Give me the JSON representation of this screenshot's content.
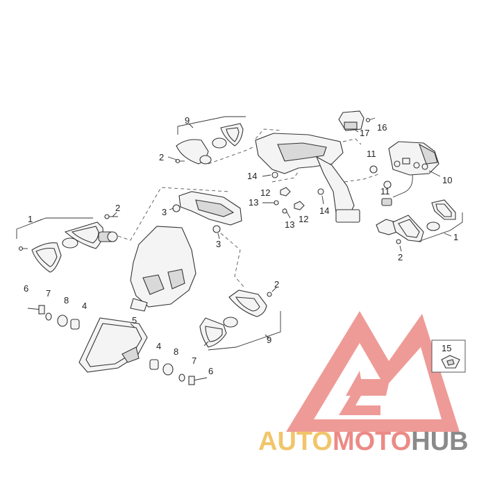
{
  "diagram": {
    "callouts": [
      {
        "id": "c1a",
        "label": "1"
      },
      {
        "id": "c1b",
        "label": "1"
      },
      {
        "id": "c2a",
        "label": "2"
      },
      {
        "id": "c2b",
        "label": "2"
      },
      {
        "id": "c2c",
        "label": "2"
      },
      {
        "id": "c2d",
        "label": "2"
      },
      {
        "id": "c3a",
        "label": "3"
      },
      {
        "id": "c3b",
        "label": "3"
      },
      {
        "id": "c4a",
        "label": "4"
      },
      {
        "id": "c4b",
        "label": "4"
      },
      {
        "id": "c5",
        "label": "5"
      },
      {
        "id": "c6a",
        "label": "6"
      },
      {
        "id": "c6b",
        "label": "6"
      },
      {
        "id": "c7a",
        "label": "7"
      },
      {
        "id": "c7b",
        "label": "7"
      },
      {
        "id": "c8a",
        "label": "8"
      },
      {
        "id": "c8b",
        "label": "8"
      },
      {
        "id": "c9a",
        "label": "9"
      },
      {
        "id": "c9b",
        "label": "9"
      },
      {
        "id": "c10",
        "label": "10"
      },
      {
        "id": "c11a",
        "label": "11"
      },
      {
        "id": "c11b",
        "label": "11"
      },
      {
        "id": "c12a",
        "label": "12"
      },
      {
        "id": "c12b",
        "label": "12"
      },
      {
        "id": "c13a",
        "label": "13"
      },
      {
        "id": "c13b",
        "label": "13"
      },
      {
        "id": "c14a",
        "label": "14"
      },
      {
        "id": "c14b",
        "label": "14"
      },
      {
        "id": "c15",
        "label": "15"
      },
      {
        "id": "c16",
        "label": "16"
      },
      {
        "id": "c17",
        "label": "17"
      }
    ]
  },
  "watermark": {
    "text_part1": "AUTO",
    "text_part2": "MOTO",
    "text_part3": "HUB",
    "colors": {
      "logo": "#ec8a86",
      "auto": "#f2c56a",
      "moto": "#ec8a86",
      "hub": "#8a8a8a"
    }
  }
}
